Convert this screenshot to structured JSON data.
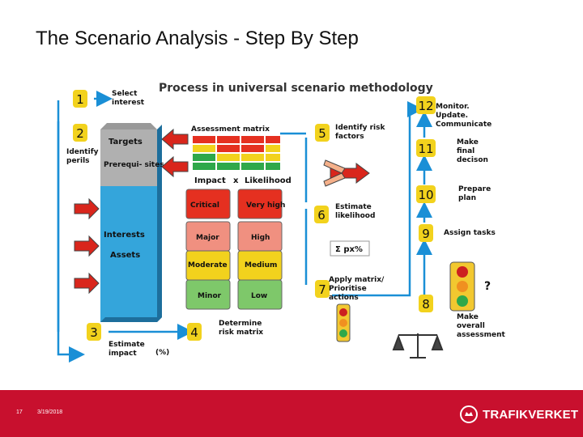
{
  "slide": {
    "title": "The Scenario Analysis - Step By Step",
    "page_number": "17",
    "date": "3/19/2018",
    "brand": "TRAFIKVERKET",
    "accent": "#c8102e"
  },
  "diagram": {
    "heading": "Process in universal scenario methodology",
    "steps": [
      {
        "num": "1",
        "label": "Select interest"
      },
      {
        "num": "2",
        "label": "Identify perils"
      },
      {
        "num": "3",
        "label": "Estimate impact"
      },
      {
        "num": "4",
        "label": "Determine risk matrix"
      },
      {
        "num": "5",
        "label": "Identify risk factors"
      },
      {
        "num": "6",
        "label": "Estimate likelihood"
      },
      {
        "num": "7",
        "label": "Apply matrix/ Prioritise actions"
      },
      {
        "num": "8",
        "label": "Make overall assessment"
      },
      {
        "num": "9",
        "label": "Assign tasks"
      },
      {
        "num": "10",
        "label": "Prepare plan"
      },
      {
        "num": "11",
        "label": "Make final decison"
      },
      {
        "num": "12",
        "label": "Monitor. Update. Communicate"
      }
    ],
    "column": {
      "targets": "Targets",
      "prerequisites": "Prerequi- sites",
      "interests": "Interests",
      "assets": "Assets"
    },
    "matrix": {
      "title": "Assessment matrix",
      "impact": "Impact",
      "times": "x",
      "likelihood": "Likelihood",
      "impact_levels": [
        "Critical",
        "Major",
        "Moderate",
        "Minor"
      ],
      "likelihood_levels": [
        "Very high",
        "High",
        "Medium",
        "Low"
      ]
    },
    "percent": "(%)",
    "sum": "Σ px%",
    "question": "?"
  }
}
